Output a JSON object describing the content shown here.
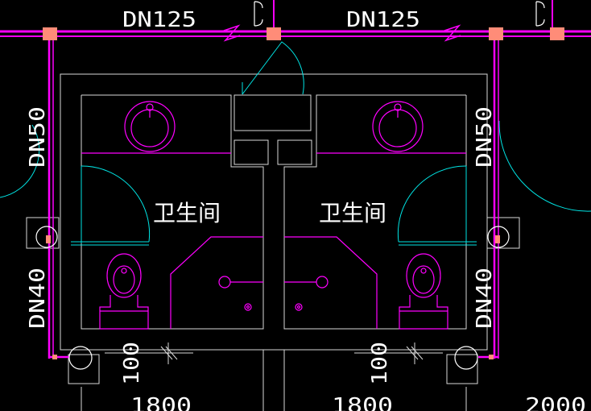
{
  "pipes": {
    "main_label_left": "DN125",
    "main_label_right": "DN125",
    "branch_label_left_upper": "DN50",
    "branch_label_right_upper": "DN50",
    "branch_label_left_lower": "DN40",
    "branch_label_right_lower": "DN40"
  },
  "rooms": {
    "left_label": "卫生间",
    "right_label": "卫生间"
  },
  "dimensions": {
    "offset_left": "100",
    "offset_right": "100",
    "bottom_left": "1800",
    "bottom_mid": "1800",
    "bottom_right": "2000"
  },
  "colors": {
    "background": "#000000",
    "pipe": "#ff00ff",
    "fixture": "#ff00ff",
    "wall": "#d9d9d9",
    "door_arc": "#00e5e5",
    "fitting": "#ff8c78",
    "text": "#ffffff"
  },
  "icons": {
    "break_mark": "z-break-mark",
    "sink": "washbasin-symbol",
    "toilet": "toilet-symbol",
    "floor_drain": "floor-drain-symbol",
    "riser": "riser-circle-symbol"
  }
}
